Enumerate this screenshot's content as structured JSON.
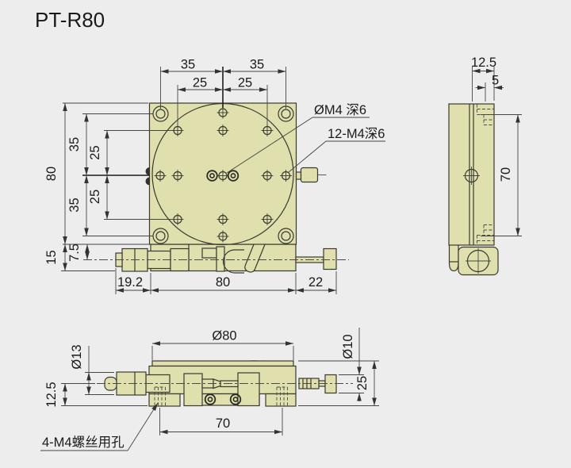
{
  "title": "PT-R80",
  "colors": {
    "background": "#ededed",
    "part_fill": "#dfe0ae",
    "outline": "#3a3a30",
    "dim_line": "#454545",
    "text": "#1a1a1a"
  },
  "front_view": {
    "dims": {
      "top_35_left": "35",
      "top_35_right": "35",
      "top_25_left": "25",
      "top_25_right": "25",
      "left_80": "80",
      "left_35_upper": "35",
      "left_25_upper": "25",
      "left_25_lower": "25",
      "left_35_lower": "35",
      "left_15": "15",
      "left_7_5": "7.5",
      "bottom_19_2": "19.2",
      "bottom_80": "80",
      "bottom_22": "22"
    },
    "annotations": {
      "center_hole": "ØM4 深6",
      "circle_holes": "12-M4深6"
    }
  },
  "side_view": {
    "dims": {
      "top_12_5": "12.5",
      "top_5": "5",
      "right_70": "70"
    }
  },
  "bottom_view": {
    "dims": {
      "dia_80": "Ø80",
      "dia_13": "Ø13",
      "dia_10": "Ø10",
      "left_12_5": "12.5",
      "right_25": "25",
      "bottom_70": "70"
    },
    "annotations": {
      "mount_holes": "4-M4螺丝用孔"
    }
  }
}
